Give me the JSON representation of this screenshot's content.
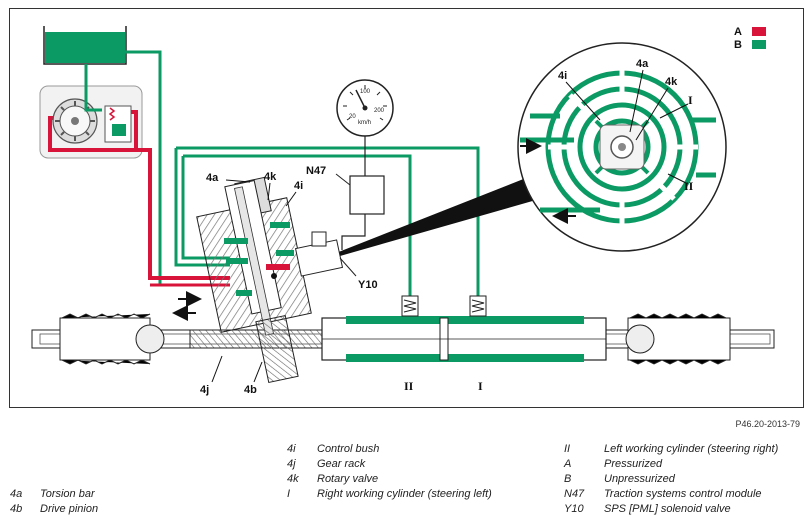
{
  "diagram": {
    "labels": {
      "l4a": "4a",
      "l4k": "4k",
      "l4i": "4i",
      "l4j": "4j",
      "l4b": "4b",
      "n47": "N47",
      "y10": "Y10",
      "det4i": "4i",
      "det4a": "4a",
      "det4k": "4k",
      "detI": "I",
      "detII": "II",
      "cylII": "II",
      "cylI": "I"
    },
    "speedometer": {
      "v100": "100",
      "v20": "20",
      "v200": "200",
      "unit": "km/h"
    },
    "key": {
      "a": {
        "label": "A",
        "color": "#d9143a"
      },
      "b": {
        "label": "B",
        "color": "#0b9a63"
      }
    },
    "colors": {
      "pressurized": "#d9143a",
      "unpressurized": "#0b9a63"
    }
  },
  "figure_ref": "P46.20-2013-79",
  "legend": [
    {
      "code": "4a",
      "text": "Torsion bar"
    },
    {
      "code": "4b",
      "text": "Drive pinion"
    },
    {
      "code": "4i",
      "text": "Control bush"
    },
    {
      "code": "4j",
      "text": "Gear rack"
    },
    {
      "code": "4k",
      "text": "Rotary valve"
    },
    {
      "code": "I",
      "text": "Right working cylinder (steering left)"
    },
    {
      "code": "II",
      "text": "Left working cylinder (steering right)"
    },
    {
      "code": "A",
      "text": "Pressurized"
    },
    {
      "code": "B",
      "text": "Unpressurized"
    },
    {
      "code": "N47",
      "text": "Traction systems control module"
    },
    {
      "code": "Y10",
      "text": "SPS [PML] solenoid valve"
    }
  ]
}
